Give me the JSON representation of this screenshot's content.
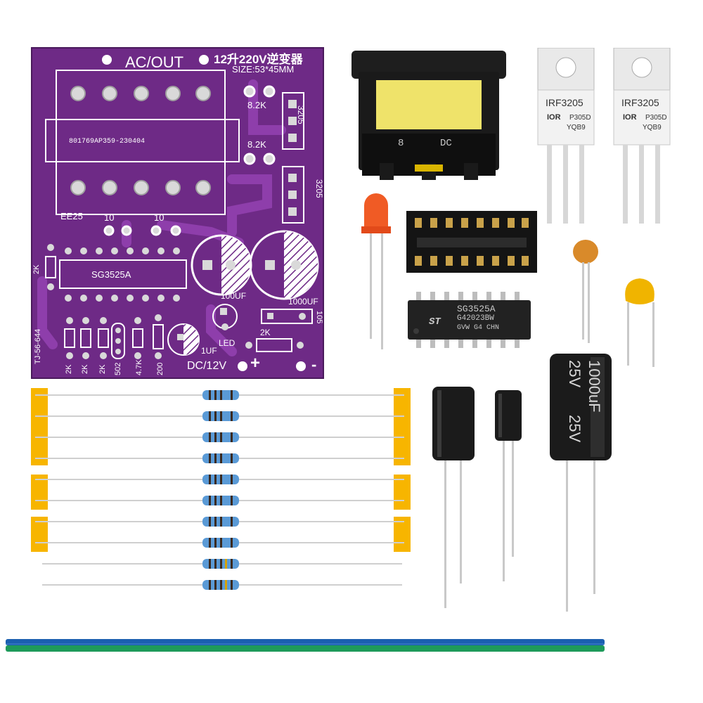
{
  "pcb": {
    "ac_out": "AC/OUT",
    "title": "12升220V逆变器",
    "size": "SIZE:53*45MM",
    "transformer_code": "801769AP359-230404",
    "res_82k_a": "8.2K",
    "res_82k_b": "8.2K",
    "mos_a": "3205",
    "mos_b": "3205",
    "ee25": "EE25",
    "r10_a": "10",
    "r10_b": "10",
    "ic": "SG3525A",
    "r2k_side": "2K",
    "c100uf": "100UF",
    "c1000uf": "1000UF",
    "c105": "105",
    "r2k_led": "2K",
    "led": "LED",
    "c1uf": "1UF",
    "code": "TJ-56-644",
    "r2k_1": "2K",
    "r2k_2": "2K",
    "r2k_3": "2K",
    "r502": "502",
    "r47k": "4.7K",
    "r200": "200",
    "dc": "DC/12V",
    "plus": "+",
    "minus": "-"
  },
  "mosfets": [
    {
      "part": "IRF3205",
      "brand": "IOR",
      "code": "P305D",
      "lot": "YQB9"
    },
    {
      "part": "IRF3205",
      "brand": "IOR",
      "code": "P305D",
      "lot": "YQB9"
    }
  ],
  "chip": {
    "name": "SG3525A",
    "line2": "G42023BW",
    "line3": "GVW G4 CHN"
  },
  "transformer": {
    "mark1": "8",
    "mark2": "DC"
  },
  "capacitor_big": {
    "value": "1000uF",
    "voltage": "25V",
    "voltage2": "25V"
  },
  "colors": {
    "pcb": "#6e2a86",
    "pcb_trace": "#8a3aa6",
    "tape": "#f7b500",
    "wire_blue": "#1b5fb0",
    "wire_green": "#1e9a5a"
  }
}
